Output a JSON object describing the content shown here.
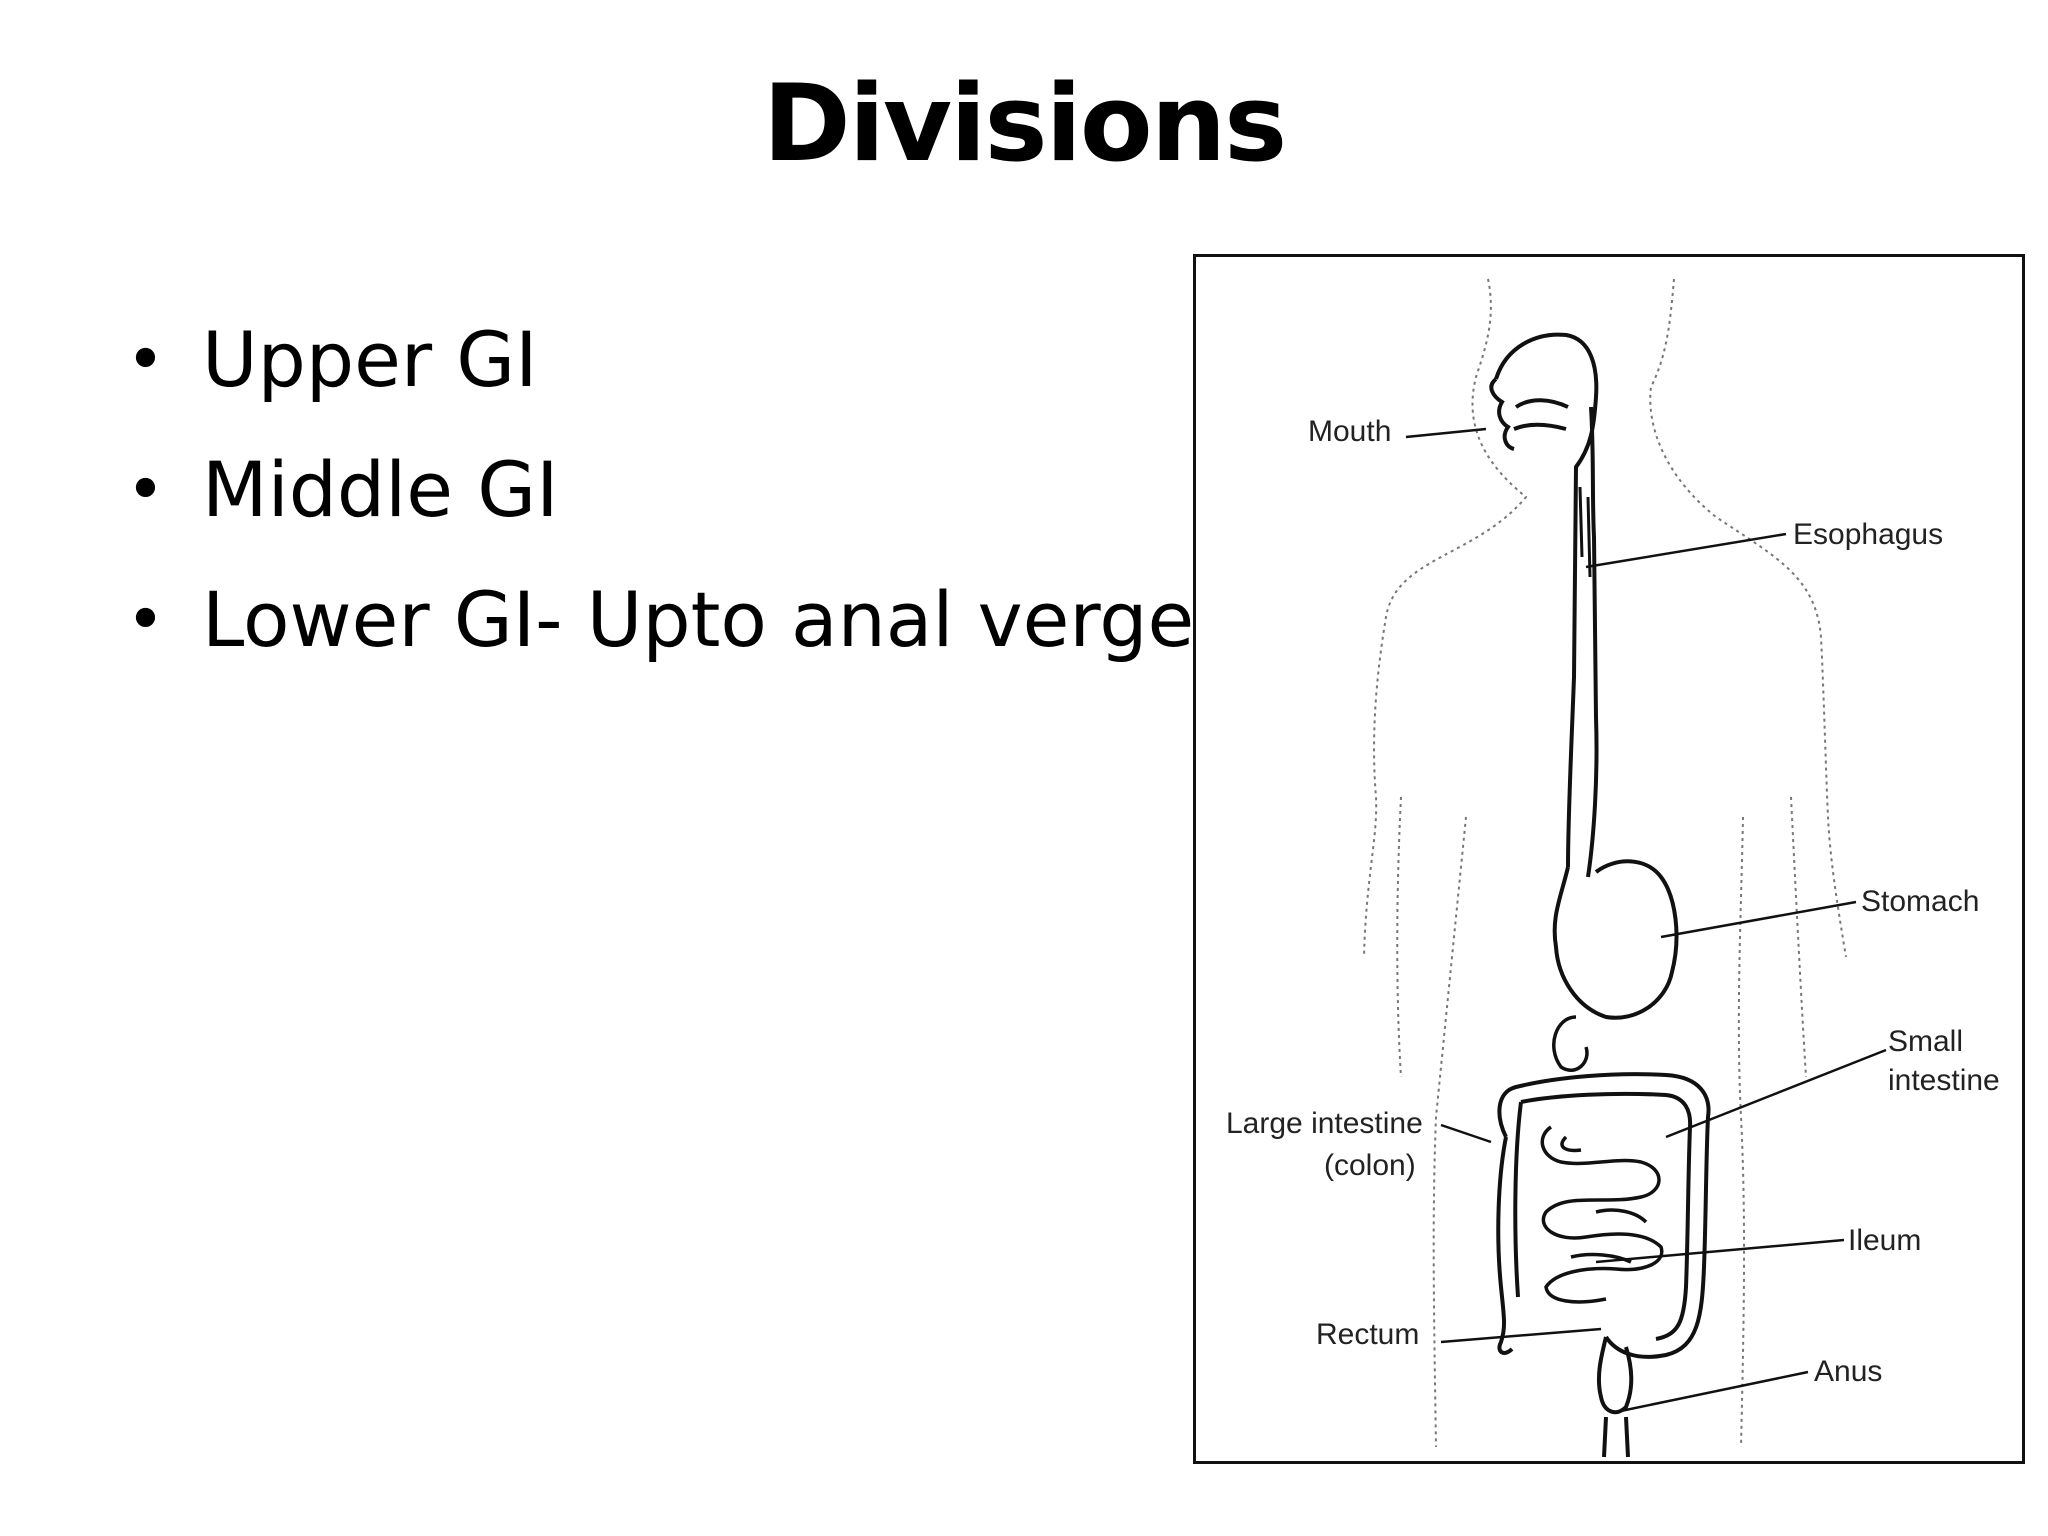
{
  "slide": {
    "title": "Divisions",
    "bullets": [
      "Upper GI",
      "Middle GI",
      "Lower GI- Upto anal verge"
    ]
  },
  "diagram": {
    "labels": {
      "mouth": "Mouth",
      "esophagus": "Esophagus",
      "stomach": "Stomach",
      "small_intestine_1": "Small",
      "small_intestine_2": "intestine",
      "large_intestine_1": "Large intestine",
      "large_intestine_2": "(colon)",
      "ileum": "Ileum",
      "rectum": "Rectum",
      "anus": "Anus"
    }
  }
}
